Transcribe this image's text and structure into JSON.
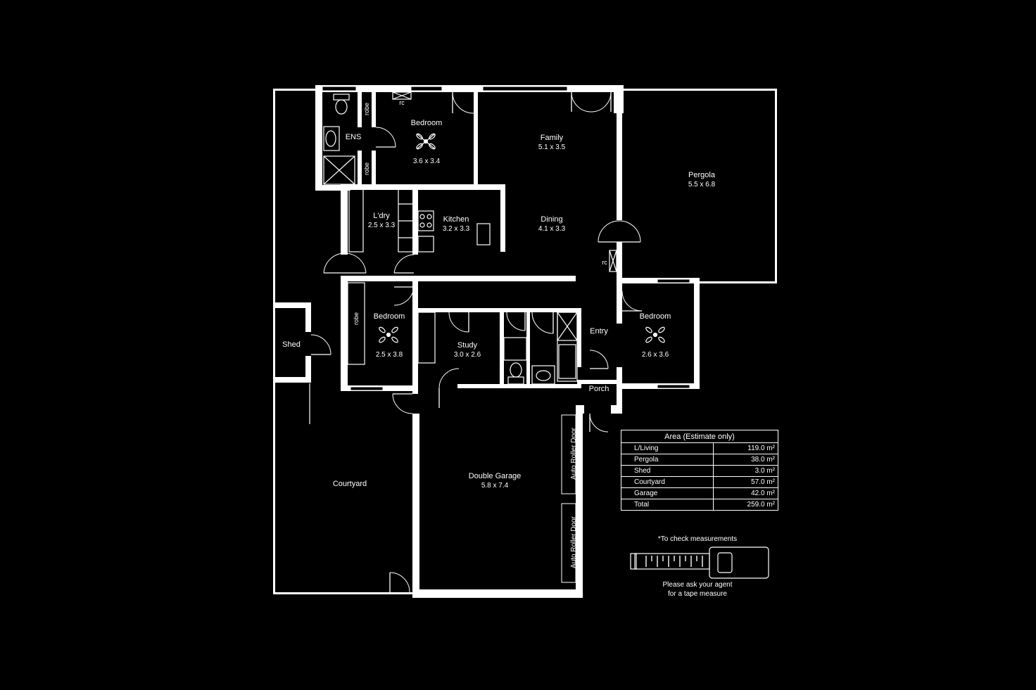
{
  "rooms": {
    "bedroom1": {
      "name": "Bedroom",
      "dims": "3.6 x 3.4"
    },
    "ens": {
      "name": "ENS"
    },
    "family": {
      "name": "Family",
      "dims": "5.1 x 3.5"
    },
    "pergola": {
      "name": "Pergola",
      "dims": "5.5 x 6.8"
    },
    "laundry": {
      "name": "L'dry",
      "dims": "2.5 x 3.3"
    },
    "kitchen": {
      "name": "Kitchen",
      "dims": "3.2 x 3.3"
    },
    "dining": {
      "name": "Dining",
      "dims": "4.1 x 3.3"
    },
    "bedroom2": {
      "name": "Bedroom",
      "dims": "2.5 x 3.8"
    },
    "study": {
      "name": "Study",
      "dims": "3.0 x 2.6"
    },
    "entry": {
      "name": "Entry"
    },
    "bedroom3": {
      "name": "Bedroom",
      "dims": "2.6 x 3.6"
    },
    "porch": {
      "name": "Porch"
    },
    "shed": {
      "name": "Shed"
    },
    "courtyard": {
      "name": "Courtyard"
    },
    "garage": {
      "name": "Double Garage",
      "dims": "5.8 x 7.4"
    }
  },
  "labels": {
    "robe": "robe",
    "rc": "rc",
    "roller_door": "Auto Roller Door"
  },
  "area_table": {
    "title": "Area (Estimate only)",
    "rows": [
      {
        "label": "L/Living",
        "value": "119.0 m²"
      },
      {
        "label": "Pergola",
        "value": "38.0 m²"
      },
      {
        "label": "Shed",
        "value": "3.0 m²"
      },
      {
        "label": "Courtyard",
        "value": "57.0 m²"
      },
      {
        "label": "Garage",
        "value": "42.0 m²"
      },
      {
        "label": "Total",
        "value": "259.0 m²"
      }
    ]
  },
  "tape": {
    "note_top": "*To check measurements",
    "note_bottom_1": "Please ask your agent",
    "note_bottom_2": "for a tape measure"
  }
}
